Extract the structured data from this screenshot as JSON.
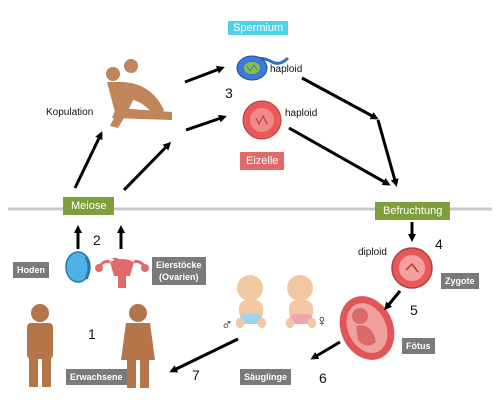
{
  "labels": {
    "sperm": "Spermium",
    "haploid_sperm": "haploid",
    "haploid_egg": "haploid",
    "egg": "Eizelle",
    "copulation": "Kopulation",
    "meiosis": "Meiose",
    "fertilization": "Befruchtung",
    "diploid": "diploid",
    "zygote": "Zygote",
    "testes": "Hoden",
    "ovaries_line1": "Eierstöcke",
    "ovaries_line2": "(Ovarien)",
    "fetus": "Fötus",
    "infants": "Säuglinge",
    "adults": "Erwachsene"
  },
  "numbers": {
    "n1": "1",
    "n2": "2",
    "n3": "3",
    "n4": "4",
    "n5": "5",
    "n6": "6",
    "n7": "7"
  },
  "symbols": {
    "male": "♂",
    "female": "♀"
  },
  "colors": {
    "skin": "#c0855a",
    "adult": "#b5754a",
    "green_box": "#7ea03c",
    "gray_box": "#7a7a7a",
    "cyan_box": "#4fd1e8",
    "red_box": "#e06a6a",
    "egg": "#e85a5a",
    "sperm": "#3a7bd5"
  }
}
